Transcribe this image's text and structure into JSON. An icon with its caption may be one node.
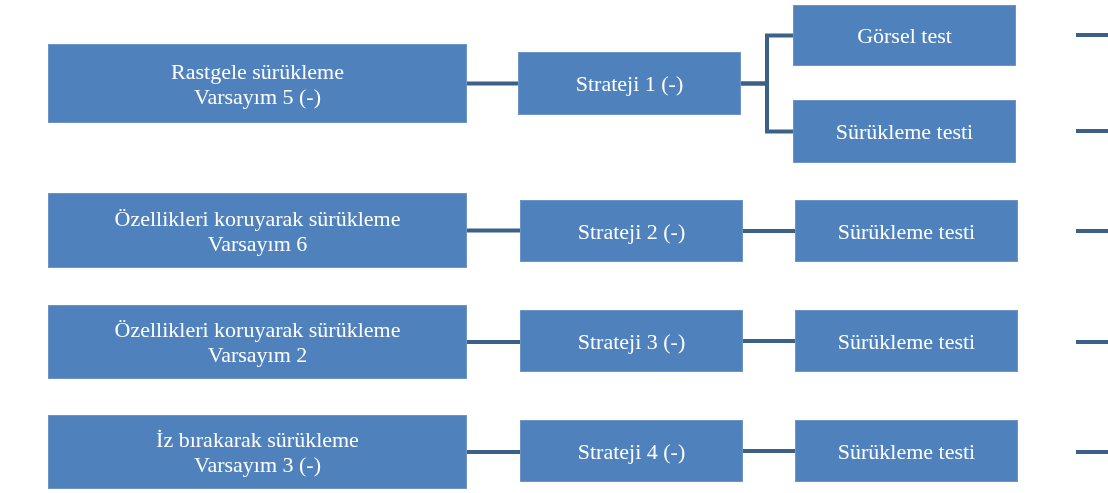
{
  "diagram": {
    "nodes": [
      {
        "text": [
          "Rastgele sürükleme",
          "Varsayım 5 (-)"
        ]
      },
      {
        "text": [
          "Strateji 1 (-)"
        ]
      },
      {
        "text": [
          "Görsel test"
        ]
      },
      {
        "text": [
          "Sürükleme testi"
        ]
      },
      {
        "text": [
          "Özellikleri koruyarak sürükleme",
          "Varsayım 6"
        ]
      },
      {
        "text": [
          "Strateji 2 (-)"
        ]
      },
      {
        "text": [
          "Sürükleme testi"
        ]
      },
      {
        "text": [
          "Özellikleri koruyarak sürükleme",
          "Varsayım 2"
        ]
      },
      {
        "text": [
          "Strateji 3 (-)"
        ]
      },
      {
        "text": [
          "Sürükleme testi"
        ]
      },
      {
        "text": [
          "İz bırakarak sürükleme",
          "Varsayım 3 (-)"
        ]
      },
      {
        "text": [
          "Strateji 4 (-)"
        ]
      },
      {
        "text": [
          "Sürükleme testi"
        ]
      }
    ],
    "edges": [
      {
        "from": 0,
        "to": 1,
        "arrow": "none"
      },
      {
        "from": 1,
        "to": 2,
        "arrow": "none"
      },
      {
        "from": 1,
        "to": 3,
        "arrow": "none"
      },
      {
        "from": 4,
        "to": 5,
        "arrow": "none"
      },
      {
        "from": 5,
        "to": 6,
        "arrow": "none"
      },
      {
        "from": 7,
        "to": 8,
        "arrow": "none"
      },
      {
        "from": 8,
        "to": 9,
        "arrow": "none"
      },
      {
        "from": 10,
        "to": 11,
        "arrow": "none"
      },
      {
        "from": 11,
        "to": 12,
        "arrow": "none"
      }
    ]
  }
}
